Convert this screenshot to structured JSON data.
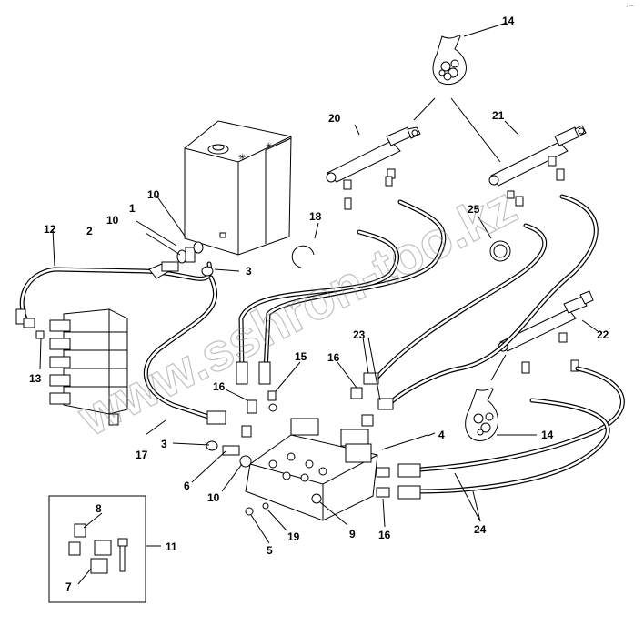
{
  "watermark": "www.sshron-too.kz",
  "corner_mark": "↕ —",
  "callouts": {
    "c1": "1",
    "c2": "2",
    "c3a": "3",
    "c3b": "3",
    "c4": "4",
    "c5": "5",
    "c6": "6",
    "c7": "7",
    "c8": "8",
    "c9": "9",
    "c10a": "10",
    "c10b": "10",
    "c10c": "10",
    "c11": "11",
    "c12": "12",
    "c13": "13",
    "c14a": "14",
    "c14b": "14",
    "c15": "15",
    "c16a": "16",
    "c16b": "16",
    "c16c": "16",
    "c17": "17",
    "c18": "18",
    "c19": "19",
    "c20": "20",
    "c21": "21",
    "c22": "22",
    "c23": "23",
    "c24": "24",
    "c25": "25"
  }
}
